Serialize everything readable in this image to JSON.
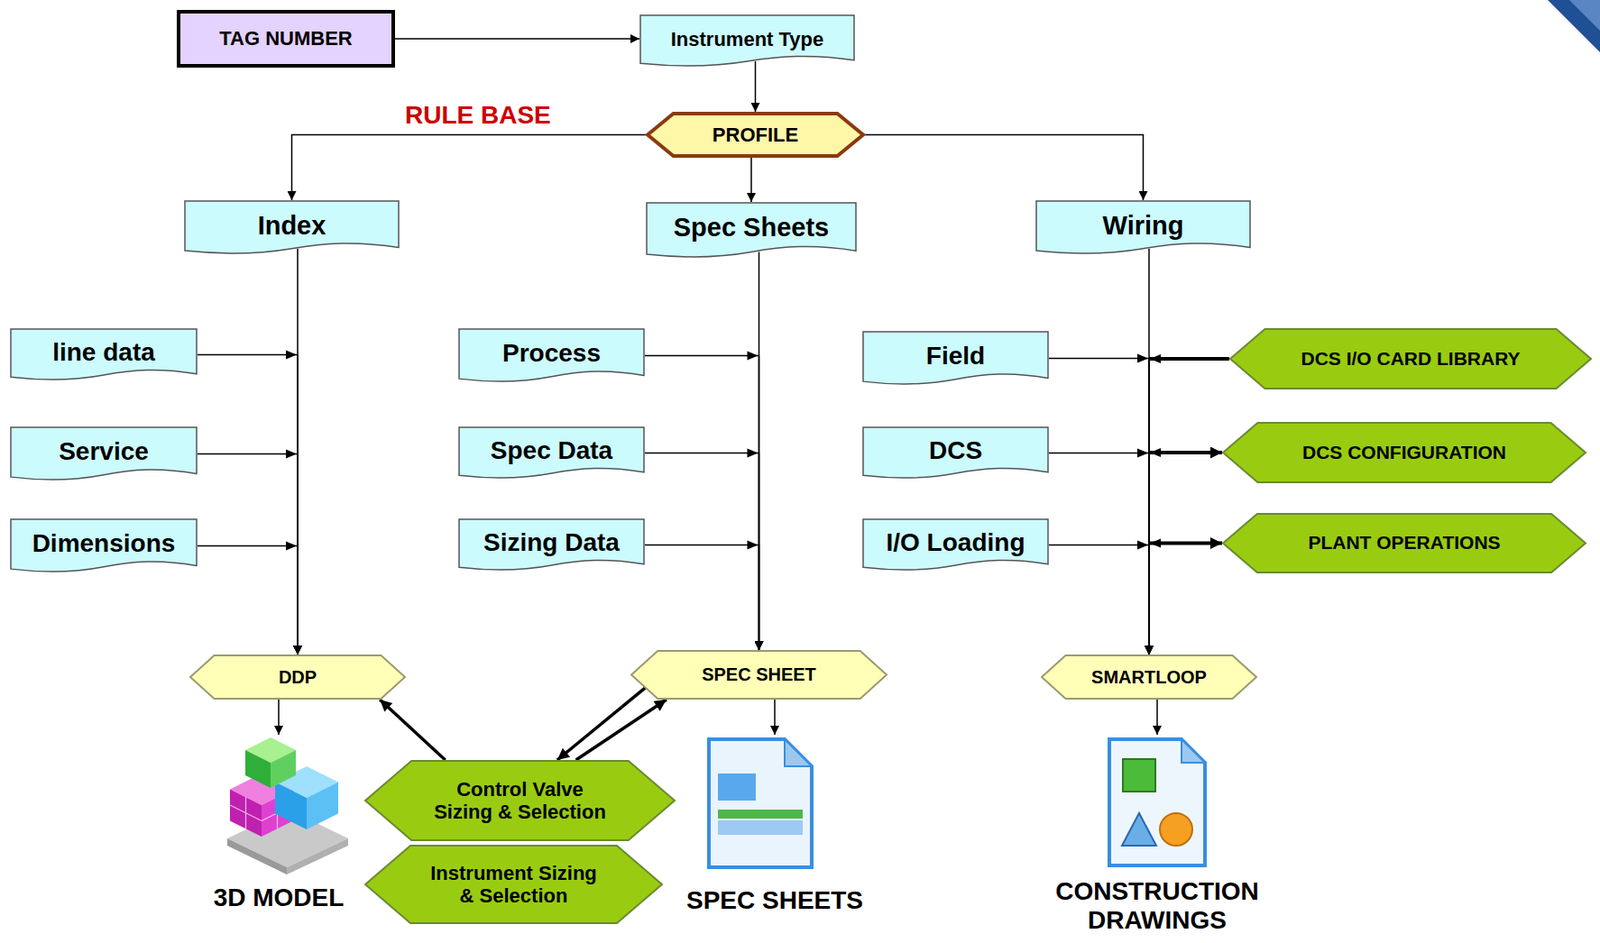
{
  "diagram": {
    "nodes": [
      {
        "text": [
          "TAG NUMBER"
        ]
      },
      {
        "text": [
          "Instrument Type"
        ]
      },
      {
        "text": [
          "PROFILE"
        ]
      },
      {
        "text": [
          "Index"
        ]
      },
      {
        "text": [
          "Spec Sheets"
        ]
      },
      {
        "text": [
          "Wiring"
        ]
      },
      {
        "text": [
          "line data"
        ]
      },
      {
        "text": [
          "Service"
        ]
      },
      {
        "text": [
          "Dimensions"
        ]
      },
      {
        "text": [
          "Process"
        ]
      },
      {
        "text": [
          "Spec Data"
        ]
      },
      {
        "text": [
          "Sizing Data"
        ]
      },
      {
        "text": [
          "Field"
        ]
      },
      {
        "text": [
          "DCS"
        ]
      },
      {
        "text": [
          "I/O Loading"
        ]
      },
      {
        "text": [
          "DCS I/O CARD LIBRARY"
        ]
      },
      {
        "text": [
          "DCS CONFIGURATION"
        ]
      },
      {
        "text": [
          "PLANT OPERATIONS"
        ]
      },
      {
        "text": [
          "DDP"
        ]
      },
      {
        "text": [
          "SPEC SHEET"
        ]
      },
      {
        "text": [
          "SMARTLOOP"
        ]
      },
      {
        "text": [
          "3D MODEL"
        ]
      },
      {
        "text": [
          "Control Valve Sizing & Selection"
        ]
      },
      {
        "text": [
          "Instrument Sizing & Selection"
        ]
      },
      {
        "text": [
          "SPEC SHEETS"
        ]
      },
      {
        "text": [
          "CONSTRUCTION DRAWINGS"
        ]
      }
    ],
    "edges": [
      {
        "from": 0,
        "to": 1,
        "arrow": "to"
      },
      {
        "from": 1,
        "to": 2,
        "arrow": "to"
      },
      {
        "from": 2,
        "to": 3,
        "arrow": "to"
      },
      {
        "from": 2,
        "to": 4,
        "arrow": "to"
      },
      {
        "from": 2,
        "to": 5,
        "arrow": "to"
      },
      {
        "from": 3,
        "to": 18,
        "arrow": "to"
      },
      {
        "from": 6,
        "to": 18,
        "arrow": "to"
      },
      {
        "from": 7,
        "to": 18,
        "arrow": "to"
      },
      {
        "from": 8,
        "to": 18,
        "arrow": "to"
      },
      {
        "from": 4,
        "to": 19,
        "arrow": "to"
      },
      {
        "from": 9,
        "to": 19,
        "arrow": "to"
      },
      {
        "from": 10,
        "to": 19,
        "arrow": "to"
      },
      {
        "from": 11,
        "to": 19,
        "arrow": "to"
      },
      {
        "from": 5,
        "to": 20,
        "arrow": "to"
      },
      {
        "from": 12,
        "to": 20,
        "arrow": "to"
      },
      {
        "from": 13,
        "to": 20,
        "arrow": "to"
      },
      {
        "from": 14,
        "to": 20,
        "arrow": "to"
      },
      {
        "from": 15,
        "to": 20,
        "arrow": "to"
      },
      {
        "from": 16,
        "to": 20,
        "arrow": "both"
      },
      {
        "from": 17,
        "to": 20,
        "arrow": "both"
      },
      {
        "from": 18,
        "to": 21,
        "arrow": "to"
      },
      {
        "from": 19,
        "to": 24,
        "arrow": "to"
      },
      {
        "from": 20,
        "to": 25,
        "arrow": "to"
      },
      {
        "from": 22,
        "to": 18,
        "arrow": "to"
      },
      {
        "from": 22,
        "to": 19,
        "arrow": "to"
      },
      {
        "from": 19,
        "to": 22,
        "arrow": "to"
      }
    ],
    "labels": [
      "RULE BASE"
    ]
  }
}
